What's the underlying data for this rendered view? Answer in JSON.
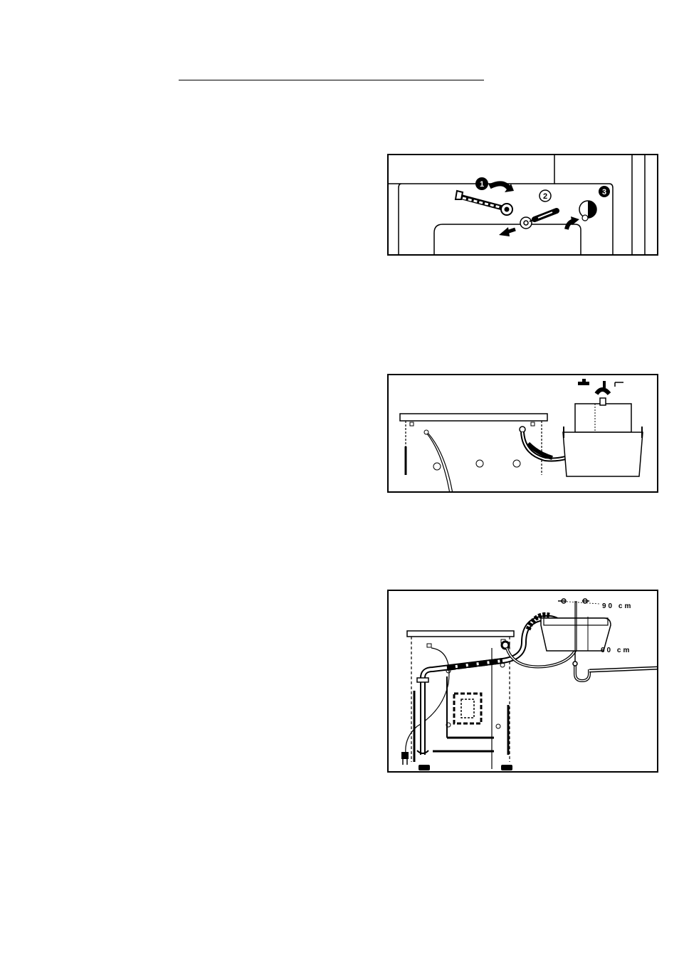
{
  "figures": {
    "transit_bolts": {
      "steps": [
        "1",
        "2",
        "3"
      ]
    },
    "inlet_hose": {},
    "drain_hose": {
      "height_max": "90 cm",
      "height_min": "60 cm"
    }
  },
  "icons": [
    "wrench-icon",
    "screwdriver-icon",
    "cap-plug-icon",
    "curved-arrow-icon",
    "water-tap-icon",
    "sink-icon",
    "power-plug-icon",
    "drain-trap-icon"
  ]
}
